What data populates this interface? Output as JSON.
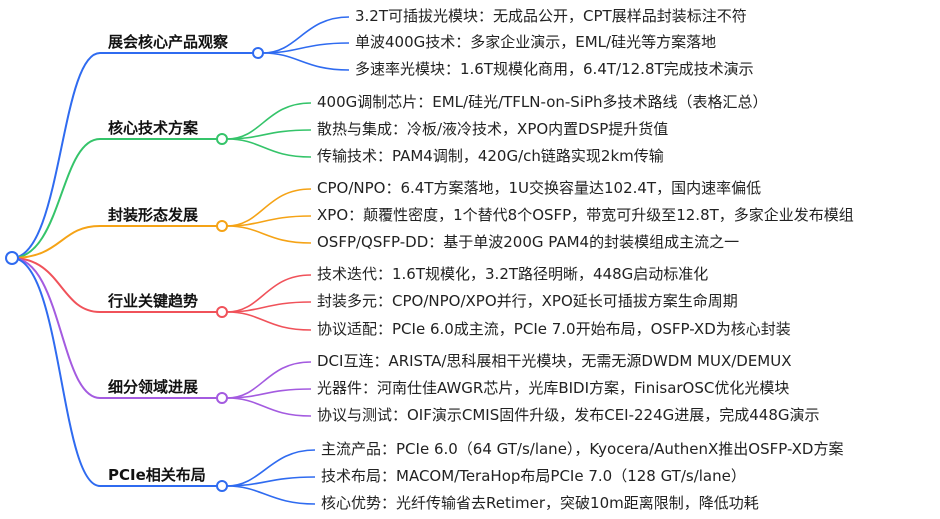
{
  "mindmap": {
    "branches": [
      {
        "label": "展会核心产品观察",
        "color": "#2f6bf0",
        "leaves": [
          "3.2T可插拔光模块：无成品公开，CPT展样品封装标注不符",
          "单波400G技术：多家企业演示，EML/硅光等方案落地",
          "多速率光模块：1.6T规模化商用，6.4T/12.8T完成技术演示"
        ]
      },
      {
        "label": "核心技术方案",
        "color": "#35c46a",
        "leaves": [
          "400G调制芯片：EML/硅光/TFLN-on-SiPh多技术路线（表格汇总）",
          "散热与集成：冷板/液冷技术，XPO内置DSP提升货值",
          "传输技术：PAM4调制，420G/ch链路实现2km传输"
        ]
      },
      {
        "label": "封装形态发展",
        "color": "#f5a316",
        "leaves": [
          "CPO/NPO：6.4T方案落地，1U交换容量达102.4T，国内速率偏低",
          "XPO：颠覆性密度，1个替代8个OSFP，带宽可升级至12.8T，多家企业发布模组",
          "OSFP/QSFP-DD：基于单波200G PAM4的封装模组成主流之一"
        ]
      },
      {
        "label": "行业关键趋势",
        "color": "#f0525a",
        "leaves": [
          "技术迭代：1.6T规模化，3.2T路径明晰，448G启动标准化",
          "封装多元：CPO/NPO/XPO并行，XPO延长可插拔方案生命周期",
          "协议适配：PCIe 6.0成主流，PCIe 7.0开始布局，OSFP-XD为核心封装"
        ]
      },
      {
        "label": "细分领域进展",
        "color": "#a45be0",
        "leaves": [
          "DCI互连：ARISTA/思科展相干光模块，无需无源DWDM MUX/DEMUX",
          "光器件：河南仕佳AWGR芯片，光库BIDI方案，FinisarOSC优化光模块",
          "协议与测试：OIF演示CMIS固件升级，发布CEI-224G进展，完成448G演示"
        ]
      },
      {
        "label": "PCIe相关布局",
        "color": "#2f6bf0",
        "leaves": [
          "主流产品：PCIe 6.0（64 GT/s/lane），Kyocera/AuthenX推出OSFP-XD方案",
          "技术布局：MACOM/TeraHop布局PCIe 7.0（128 GT/s/lane）",
          "核心优势：光纤传输省去Retimer，突破10m距离限制，降低功耗"
        ]
      }
    ]
  }
}
